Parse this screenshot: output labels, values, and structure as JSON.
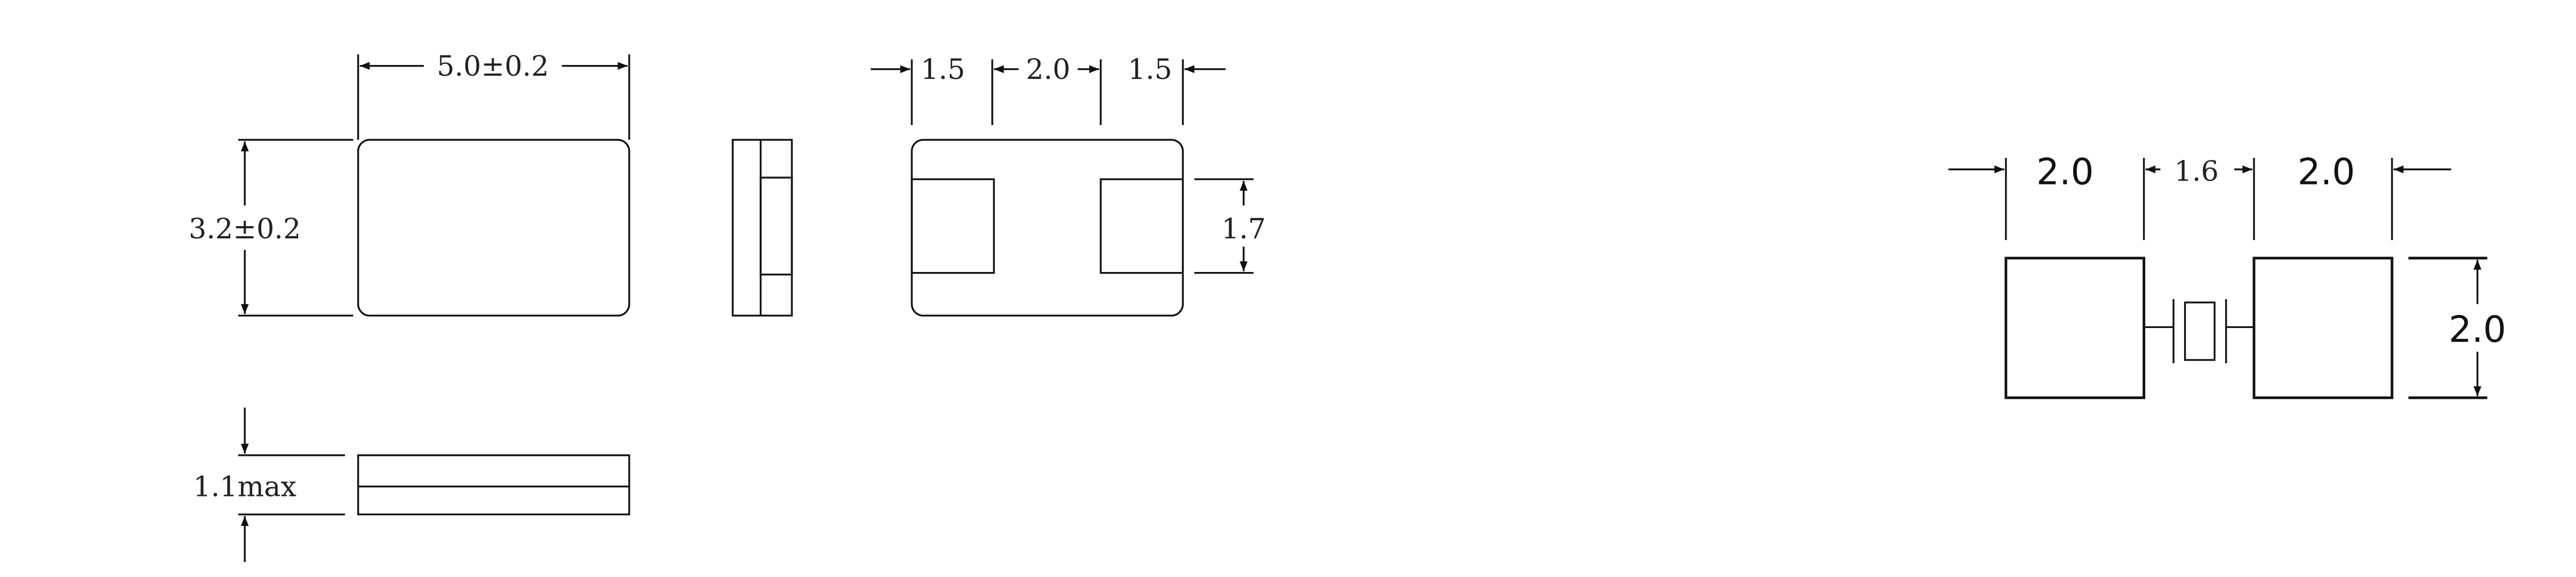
{
  "component_drawing": {
    "length_label": "5.0±0.2",
    "width_label": "3.2±0.2",
    "height_label": "1.1max",
    "terminal_left_label": "1.5",
    "terminal_gap_label": "2.0",
    "terminal_right_label": "1.5",
    "terminal_height_label": "1.7"
  },
  "land_pattern": {
    "pad_left_label": "2.0",
    "pad_gap_label": "1.6",
    "pad_right_label": "2.0",
    "pad_height_label": "2.0",
    "center_symbol": "crystal-symbol"
  },
  "colors": {
    "line": "#111111",
    "background": "#ffffff"
  }
}
